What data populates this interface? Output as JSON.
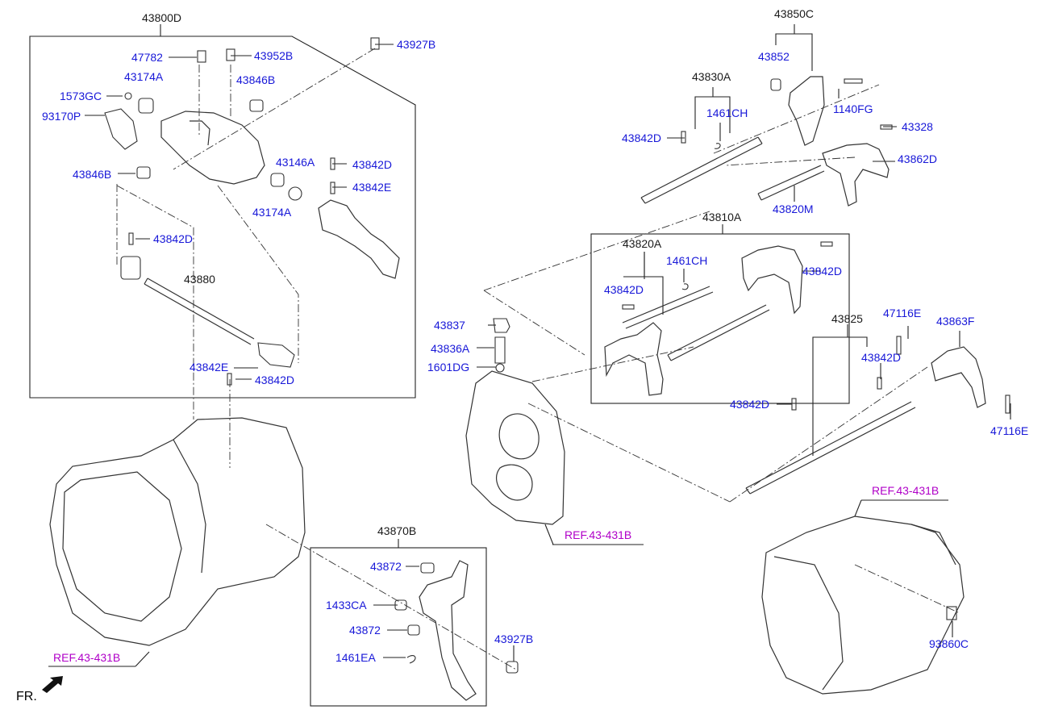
{
  "labels": {
    "l43800D": "43800D",
    "l43850C": "43850C",
    "l43852": "43852",
    "l43927B_top": "43927B",
    "l47782": "47782",
    "l43952B": "43952B",
    "l43174A_top": "43174A",
    "l43846B_top": "43846B",
    "l1573GC": "1573GC",
    "l93170P": "93170P",
    "l43846B_low": "43846B",
    "l43146A": "43146A",
    "l43842D_a": "43842D",
    "l43842E_a": "43842E",
    "l43174A_low": "43174A",
    "l43842D_b": "43842D",
    "l43880": "43880",
    "l43842E_b": "43842E",
    "l43842D_c": "43842D",
    "l43830A": "43830A",
    "l1461CH_top": "1461CH",
    "l43842D_d": "43842D",
    "l1140FG": "1140FG",
    "l43328": "43328",
    "l43862D": "43862D",
    "l43820M": "43820M",
    "l43810A": "43810A",
    "l43820A": "43820A",
    "l1461CH_mid": "1461CH",
    "l43842D_e": "43842D",
    "l43842D_f": "43842D",
    "l43837": "43837",
    "l43836A": "43836A",
    "l1601DG": "1601DG",
    "l43825": "43825",
    "l47116E_top": "47116E",
    "l43863F": "43863F",
    "l43842D_g": "43842D",
    "l43842D_h": "43842D",
    "l47116E_low": "47116E",
    "l43870B": "43870B",
    "l43872_top": "43872",
    "l1433CA": "1433CA",
    "l43872_low": "43872",
    "l1461EA": "1461EA",
    "l43927B_low": "43927B",
    "l93860C": "93860C",
    "ref_mid": "REF.43-431B",
    "ref_right": "REF.43-431B",
    "ref_left": "REF.43-431B",
    "fr": "FR."
  },
  "colors": {
    "part_label": "#1818d8",
    "group_label": "#1a1a1a",
    "reference": "#b000c8",
    "line": "#222222"
  }
}
